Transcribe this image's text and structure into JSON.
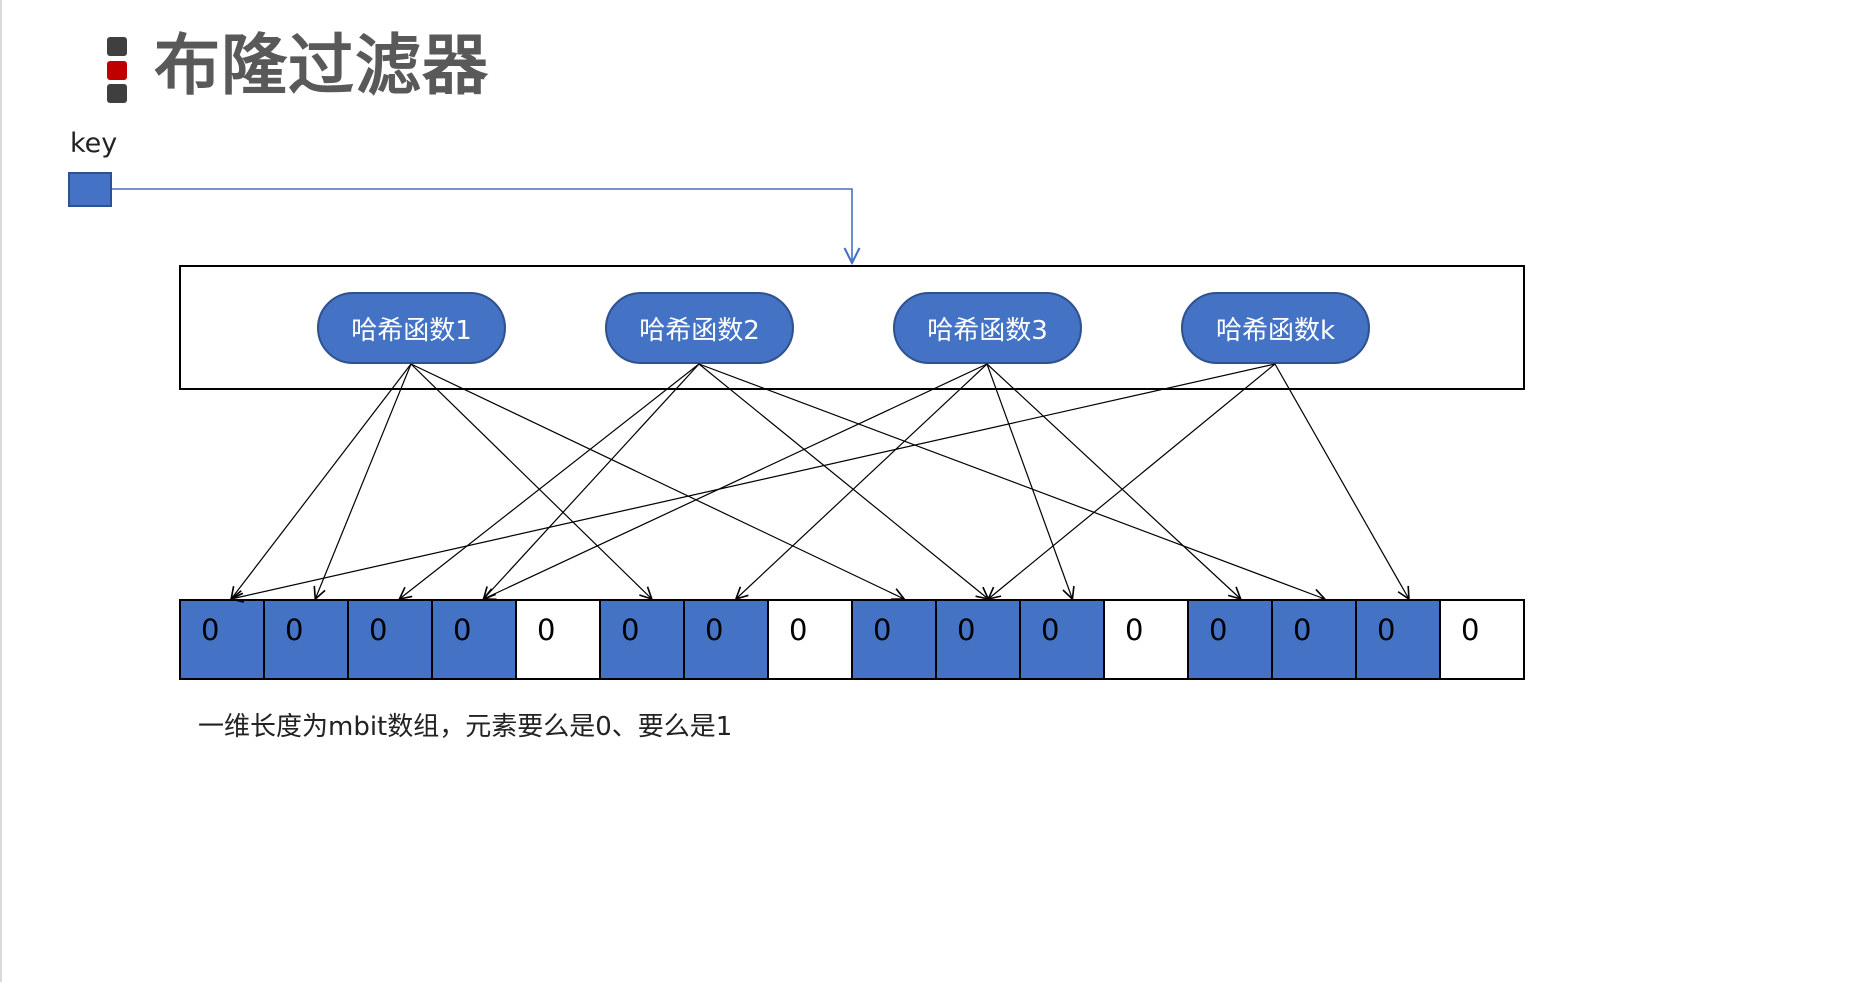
{
  "title": "布隆过滤器",
  "key_label": "key",
  "hash_functions": [
    "哈希函数1",
    "哈希函数2",
    "哈希函数3",
    "哈希函数k"
  ],
  "bits": [
    "0",
    "0",
    "0",
    "0",
    "0",
    "0",
    "0",
    "0",
    "0",
    "0",
    "0",
    "0",
    "0",
    "0",
    "0",
    "0"
  ],
  "bit_fill": [
    "blue",
    "blue",
    "blue",
    "blue",
    "white",
    "blue",
    "blue",
    "white",
    "blue",
    "blue",
    "blue",
    "white",
    "blue",
    "blue",
    "blue",
    "white"
  ],
  "caption": "一维长度为mbit数组，元素要么是0、要么是1",
  "colors": {
    "node_fill": "#4472c4",
    "node_border": "#2f528f",
    "title_accent": "#c00000",
    "title_text": "#595959"
  },
  "hash_targets": [
    [
      0,
      1,
      5,
      8
    ],
    [
      2,
      3,
      9,
      13
    ],
    [
      3,
      6,
      10,
      12
    ],
    [
      0,
      9,
      14
    ]
  ]
}
